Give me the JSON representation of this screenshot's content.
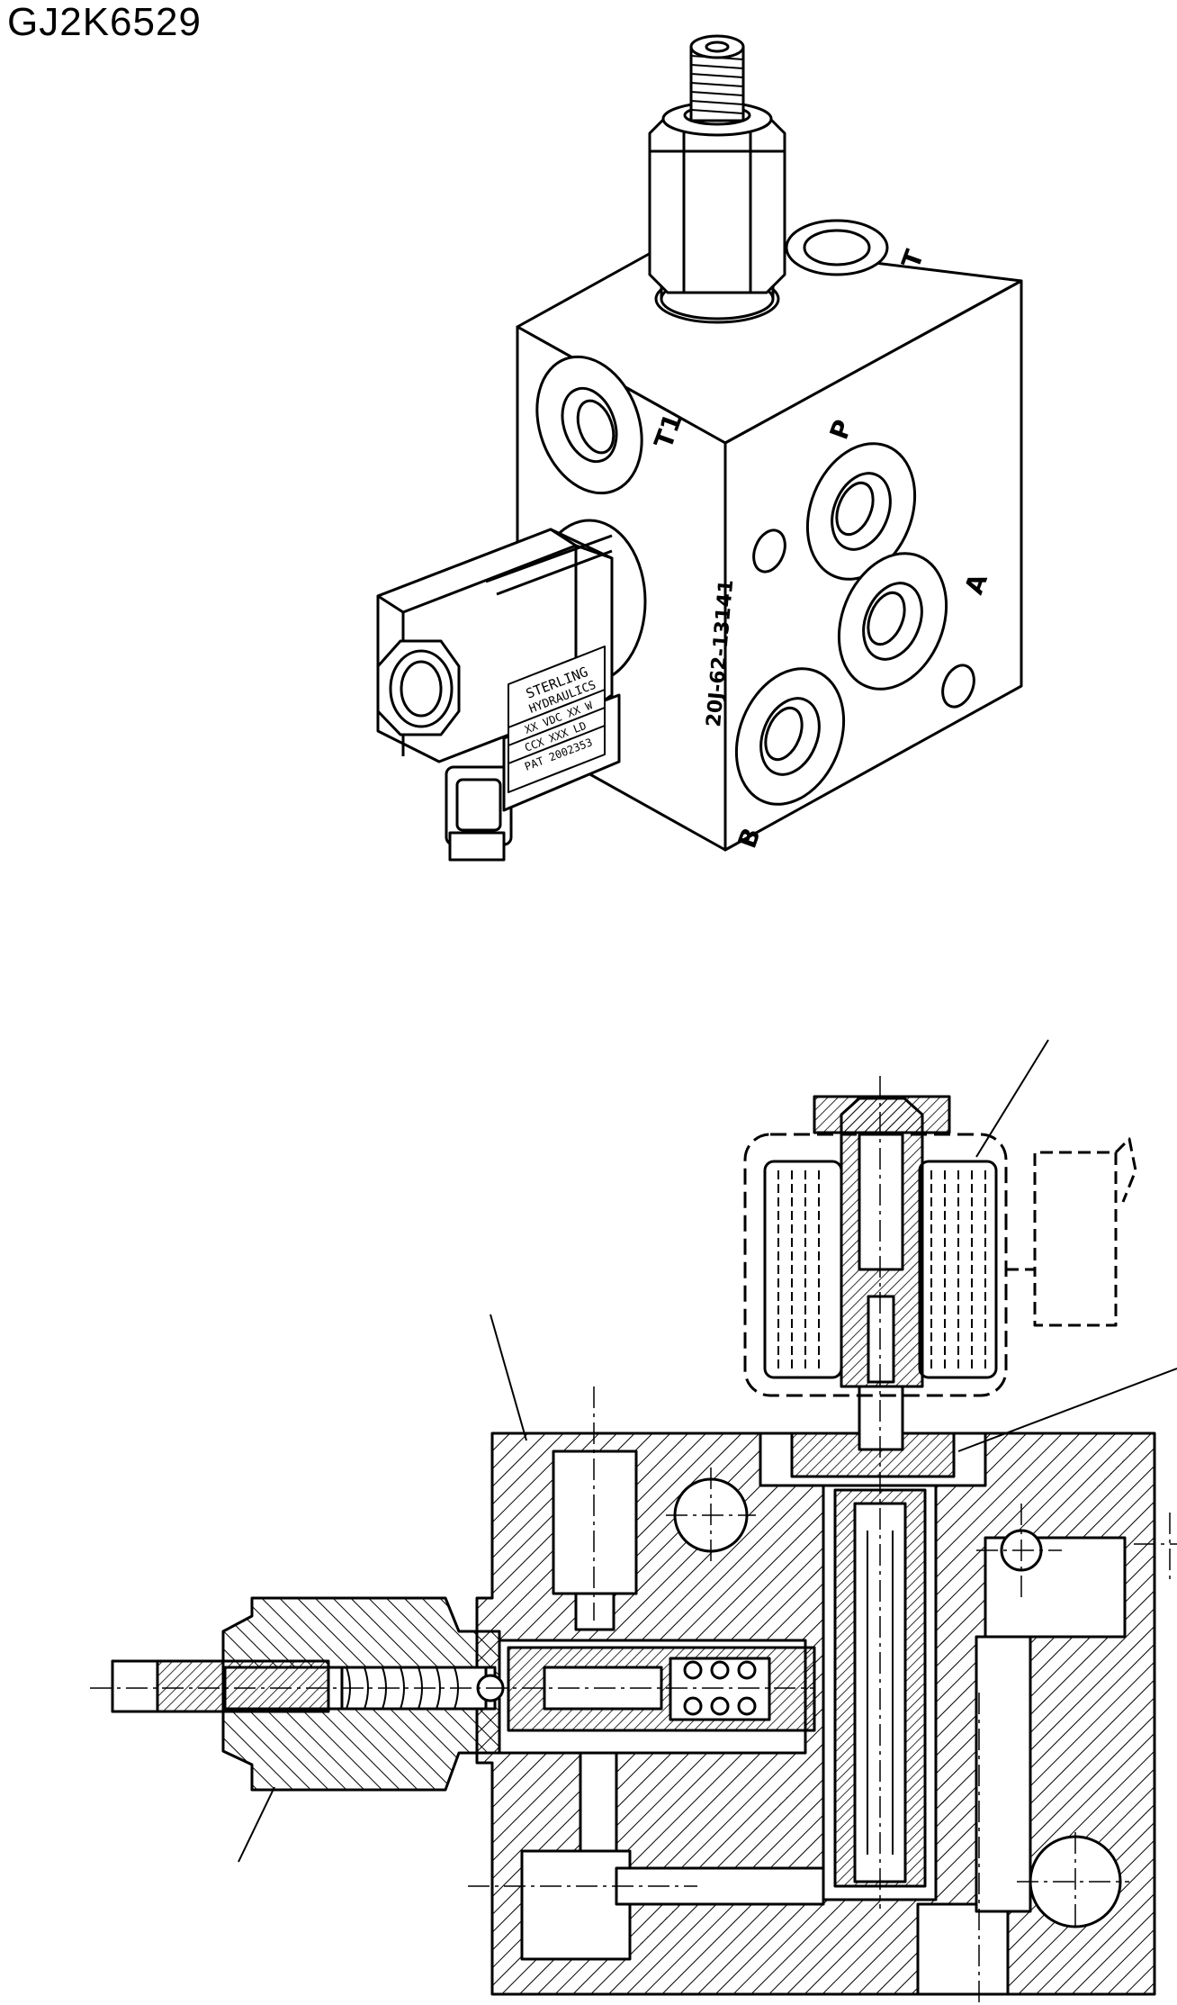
{
  "drawing_code": "GJ2K6529",
  "iso_view": {
    "port_labels": {
      "T1": "T1",
      "T": "T",
      "P": "P",
      "A": "A",
      "B": "B"
    },
    "part_number": "20J-62-13141",
    "nameplate": {
      "brand_line1": "STERLING",
      "brand_line2": "HYDRAULICS",
      "line3": "XX VDC  XX W",
      "line4": "CCX  XXX  LD",
      "line5": "PAT  2002353"
    }
  },
  "section_view": {}
}
